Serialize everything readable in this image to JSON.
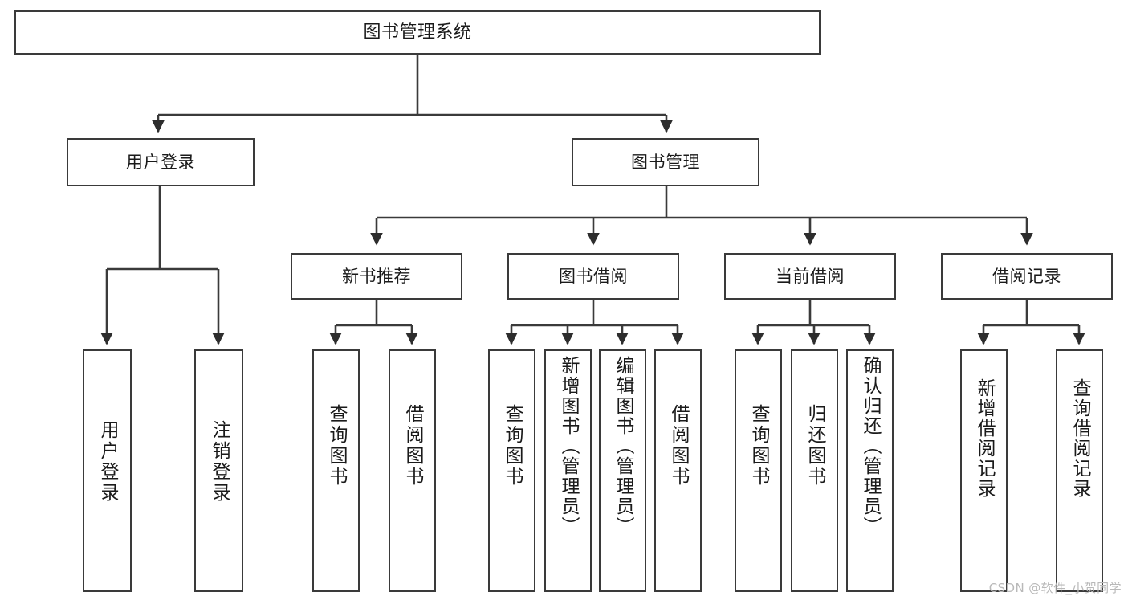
{
  "diagram": {
    "title": "图书管理系统",
    "type": "tree-hierarchy-diagram",
    "root": {
      "id": "root",
      "label": "图书管理系统"
    },
    "level2": [
      {
        "id": "user-login",
        "label": "用户登录"
      },
      {
        "id": "book-manage",
        "label": "图书管理"
      }
    ],
    "level3": [
      {
        "id": "new-book-recommend",
        "label": "新书推荐",
        "parent": "book-manage"
      },
      {
        "id": "book-borrow",
        "label": "图书借阅",
        "parent": "book-manage"
      },
      {
        "id": "current-borrow",
        "label": "当前借阅",
        "parent": "book-manage"
      },
      {
        "id": "borrow-record",
        "label": "借阅记录",
        "parent": "book-manage"
      }
    ],
    "leaves": [
      {
        "id": "leaf-user-login",
        "label": "用户登录",
        "parent": "user-login"
      },
      {
        "id": "leaf-user-logout",
        "label": "注销登录",
        "parent": "user-login"
      },
      {
        "id": "leaf-query-book-1",
        "label": "查询图书",
        "parent": "new-book-recommend"
      },
      {
        "id": "leaf-borrow-book-1",
        "label": "借阅图书",
        "parent": "new-book-recommend"
      },
      {
        "id": "leaf-query-book-2",
        "label": "查询图书",
        "parent": "book-borrow"
      },
      {
        "id": "leaf-add-book",
        "label": "新增图书（管理员）",
        "parent": "book-borrow"
      },
      {
        "id": "leaf-edit-book",
        "label": "编辑图书（管理员）",
        "parent": "book-borrow"
      },
      {
        "id": "leaf-borrow-book-2",
        "label": "借阅图书",
        "parent": "book-borrow"
      },
      {
        "id": "leaf-query-book-3",
        "label": "查询图书",
        "parent": "current-borrow"
      },
      {
        "id": "leaf-return-book",
        "label": "归还图书",
        "parent": "current-borrow"
      },
      {
        "id": "leaf-confirm-return",
        "label": "确认归还（管理员）",
        "parent": "current-borrow"
      },
      {
        "id": "leaf-add-record",
        "label": "新增借阅记录",
        "parent": "borrow-record"
      },
      {
        "id": "leaf-query-record",
        "label": "查询借阅记录",
        "parent": "borrow-record"
      }
    ],
    "watermark": "CSDN @软件_小贺同学",
    "colors": {
      "stroke": "#3a3a3a",
      "fill": "#ffffff",
      "text": "#1a1a1a",
      "watermark": "#b9b9b9"
    }
  }
}
